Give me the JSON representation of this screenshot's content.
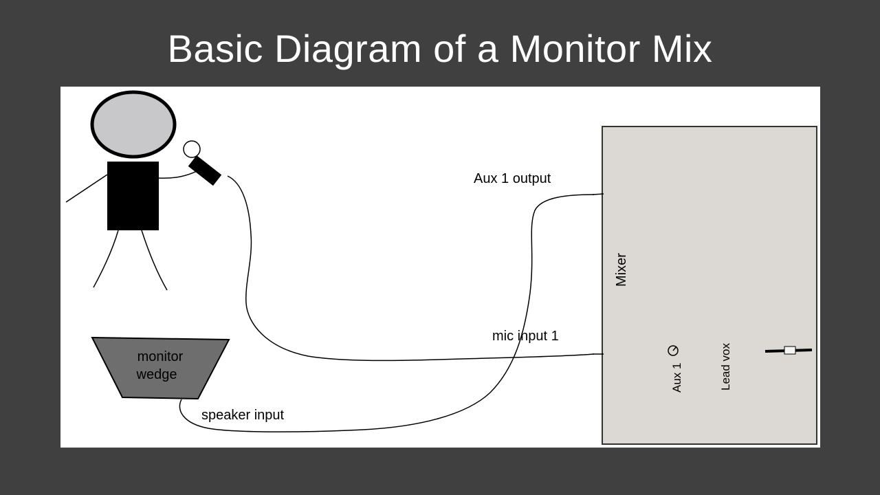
{
  "title": "Basic Diagram of a Monitor Mix",
  "labels": {
    "aux_output": "Aux 1 output",
    "mic_input": "mic input 1",
    "speaker_input": "speaker input",
    "wedge_line1": "monitor",
    "wedge_line2": "wedge",
    "mixer": "Mixer",
    "aux_knob": "Aux 1",
    "channel": "Lead vox"
  },
  "colors": {
    "background": "#404040",
    "canvas": "#ffffff",
    "mixer_fill": "#dcd9d5",
    "wedge_fill": "#6e6e6e",
    "head_fill": "#c8c8ca"
  }
}
